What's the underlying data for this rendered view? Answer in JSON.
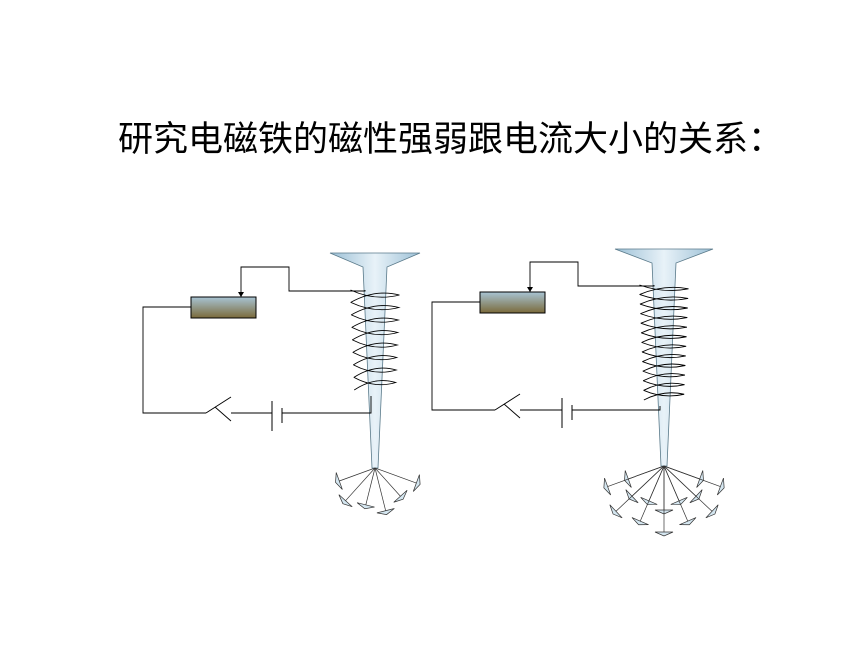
{
  "title": "研究电磁铁的磁性强弱跟电流大小的关系：",
  "colors": {
    "wire": "#000000",
    "rheostat_top": "#a8c4d4",
    "rheostat_bottom": "#7a6a3a",
    "core_light": "#e8f2f8",
    "core_dark": "#9cc0d6",
    "pin_fill": "#d4e6f0"
  },
  "circuits": [
    {
      "name": "circuit-left",
      "coil_turns": 8,
      "pins_attracted": 6
    },
    {
      "name": "circuit-right",
      "coil_turns": 12,
      "pins_attracted": 14
    }
  ]
}
